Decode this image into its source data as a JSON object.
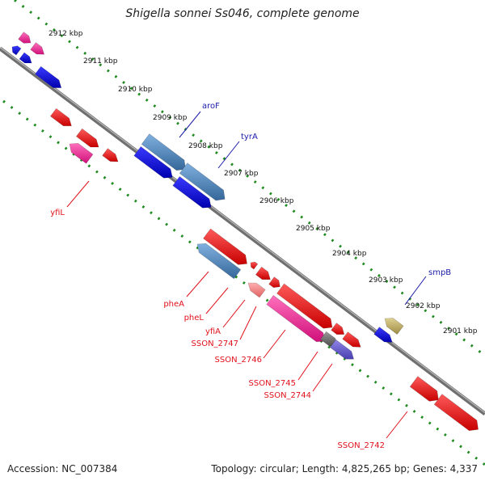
{
  "title": "Shigella sonnei Ss046, complete genome",
  "footer": {
    "accession": "Accession: NC_007384",
    "topology": "Topology: circular; Length: 4,825,265 bp; Genes: 4,337"
  },
  "colors": {
    "background": "#ffffff",
    "backbone": "#7a7a7a",
    "dotted_track": "#1f8a1f",
    "gene_red": "#ee1111",
    "gene_blue": "#1a1ae6",
    "gene_steelblue": "#4a86c0",
    "gene_pink": "#f0208e",
    "gene_salmon": "#f08080",
    "gene_olive": "#bfae62",
    "gene_purple": "#6a5acd",
    "gene_gray": "#6e6e6e",
    "label_red": "#e0101a",
    "label_blue": "#1a1aa8"
  },
  "kbp_markers": [
    "2912 kbp",
    "2911 kbp",
    "2910 kbp",
    "2909 kbp",
    "2908 kbp",
    "2907 kbp",
    "2906 kbp",
    "2905 kbp",
    "2904 kbp",
    "2903 kbp",
    "2902 kbp",
    "2901 kbp"
  ],
  "gene_labels": {
    "aroF": "aroF",
    "tyrA": "tyrA",
    "smpB": "smpB",
    "yfiL": "yfiL",
    "pheA": "pheA",
    "pheL": "pheL",
    "yfiA": "yfiA",
    "SSON_2747": "SSON_2747",
    "SSON_2746": "SSON_2746",
    "SSON_2745": "SSON_2745",
    "SSON_2744": "SSON_2744",
    "SSON_2742": "SSON_2742"
  }
}
